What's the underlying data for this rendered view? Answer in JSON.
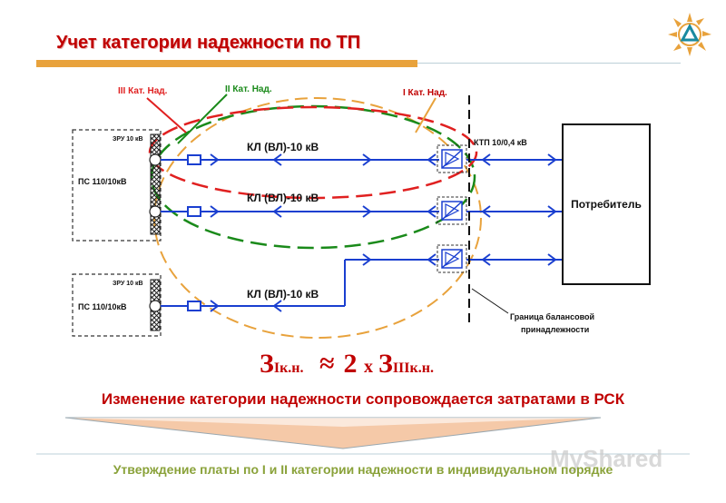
{
  "title": "Учет категории надежности по ТП",
  "legend": {
    "cat3": "III  Кат. Над.",
    "cat2": "II Кат. Над.",
    "cat1": "I Кат. Над."
  },
  "substations": [
    {
      "zru": "ЗРУ 10 кВ",
      "ps": "ПС 110/10кВ"
    },
    {
      "zru": "ЗРУ 10 кВ",
      "ps": "ПС 110/10кВ"
    }
  ],
  "lines": [
    "КЛ (ВЛ)-10 кВ",
    "КЛ (ВЛ)-10 кВ",
    "КЛ (ВЛ)-10 кВ"
  ],
  "ktp_label": "КТП 10/0,4 кВ",
  "consumer_label": "Потребитель",
  "boundary_label": [
    "Граница балансовой",
    "принадлежности"
  ],
  "formula": {
    "lhs": "З",
    "lhs_sub": "Iк.н.",
    "approx": "≈",
    "factor": "2",
    "times": "х",
    "rhs": "З",
    "rhs_sub": "IIIк.н."
  },
  "statement": "Изменение категории надежности сопровождается затратами в РСК",
  "conclusion": "Утверждение платы по I и II категории надежности в индивидуальном порядке",
  "watermark": "MyShared",
  "colors": {
    "title": "#c00000",
    "cat1": "#e8a23c",
    "cat2": "#1a8a1a",
    "cat3": "#e02020",
    "lines": "#1a3fd0",
    "conclusion": "#8aa23a"
  }
}
